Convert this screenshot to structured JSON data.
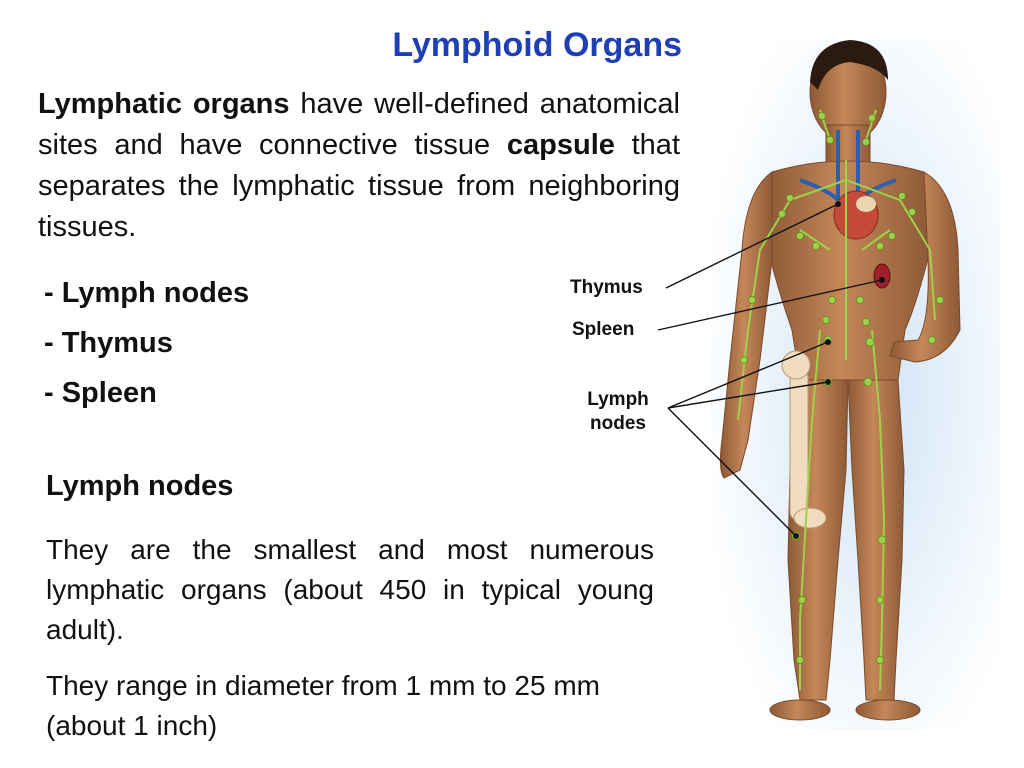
{
  "title": "Lymphoid Organs",
  "intro": {
    "term1": "Lymphatic organs",
    "text1": " have well-defined anatomical sites and have connective tissue ",
    "term2": "capsule",
    "text2": " that separates the lymphatic tissue from neighboring tissues."
  },
  "bullets": [
    "- Lymph nodes",
    "- Thymus",
    "- Spleen"
  ],
  "section": {
    "title": "Lymph nodes",
    "paragraphs": [
      "They are the smallest and most numerous lymphatic organs (about 450 in typical young adult).",
      "They range in diameter from 1 mm to 25 mm (about 1 inch)"
    ]
  },
  "figure": {
    "labels": {
      "thymus": "Thymus",
      "spleen": "Spleen",
      "lymph_nodes_line1": "Lymph",
      "lymph_nodes_line2": "nodes"
    },
    "colors": {
      "skin": "#b57a4c",
      "skin_shadow": "#8d5a36",
      "lymph": "#9fd04a",
      "vessel_blue": "#2c5fb0",
      "heart": "#c64a3a",
      "bone": "#f1dcc0",
      "hair": "#2a1a12",
      "background_glow": "#cfe3f5"
    }
  }
}
